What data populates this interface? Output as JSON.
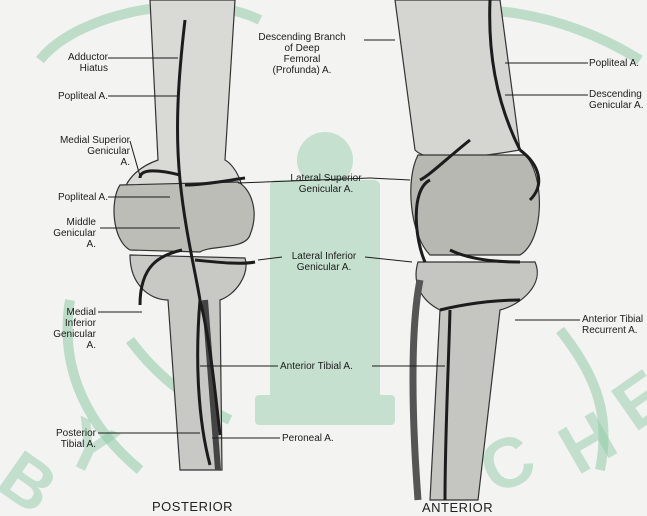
{
  "labels": {
    "adductor_hiatus": "Adductor\nHiatus",
    "popliteal_1": "Popliteal A.",
    "medial_superior_genicular": "Medial Superior\nGenicular\nA.",
    "popliteal_2": "Popliteal A.",
    "middle_genicular": "Middle\nGenicular\nA.",
    "medial_inferior_genicular": "Medial\nInferior\nGenicular\nA.",
    "posterior_tibial": "Posterior\nTibial A.",
    "descending_branch": "Descending Branch\nof Deep\nFemoral\n(Profunda) A.",
    "lateral_superior_genicular": "Lateral Superior\nGenicular A.",
    "lateral_inferior_genicular": "Lateral Inferior\nGenicular A.",
    "anterior_tibial": "Anterior Tibial A.",
    "peroneal": "Peroneal A.",
    "popliteal_right": "Popliteal A.",
    "descending_genicular": "Descending\nGenicular A.",
    "anterior_tibial_recurrent": "Anterior Tibial\nRecurrent A."
  },
  "views": {
    "posterior": "POSTERIOR",
    "anterior": "ANTERIOR"
  },
  "colors": {
    "watermark": "#7fc29b",
    "ink": "#1c1c1c",
    "bone_shade": "#9a9a96"
  }
}
